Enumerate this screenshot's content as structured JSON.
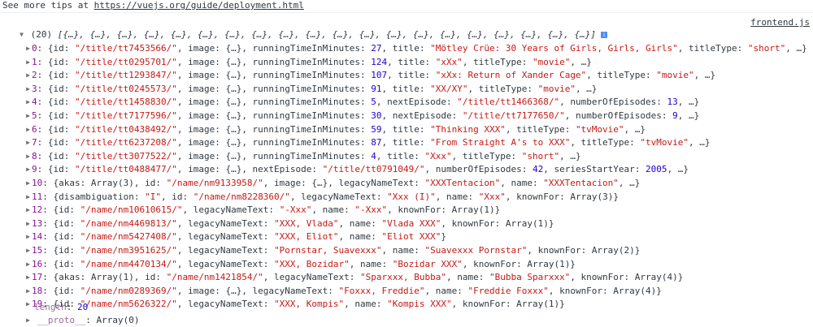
{
  "tip": {
    "prefix": "See more tips at ",
    "link": "https://vuejs.org/guide/deployment.html"
  },
  "source_link": "frontend.js",
  "array_header": {
    "count": "(20)",
    "preview": "[{…}, {…}, {…}, {…}, {…}, {…}, {…}, {…}, {…}, {…}, {…}, {…}, {…}, {…}, {…}, {…}, {…}, {…}, {…}, {…}]",
    "info_glyph": "i"
  },
  "items": [
    {
      "key": "0",
      "tokens": [
        [
          "p",
          "{id: "
        ],
        [
          "s",
          "\"/title/tt7453566/\""
        ],
        [
          "p",
          ", image: {…}, runningTimeInMinutes: "
        ],
        [
          "n",
          "27"
        ],
        [
          "p",
          ", title: "
        ],
        [
          "s",
          "\"Mötley Crüe: 30 Years of Girls, Girls, Girls\""
        ],
        [
          "p",
          ", titleType: "
        ],
        [
          "s",
          "\"short\""
        ],
        [
          "p",
          ", …}"
        ]
      ]
    },
    {
      "key": "1",
      "tokens": [
        [
          "p",
          "{id: "
        ],
        [
          "s",
          "\"/title/tt0295701/\""
        ],
        [
          "p",
          ", image: {…}, runningTimeInMinutes: "
        ],
        [
          "n",
          "124"
        ],
        [
          "p",
          ", title: "
        ],
        [
          "s",
          "\"xXx\""
        ],
        [
          "p",
          ", titleType: "
        ],
        [
          "s",
          "\"movie\""
        ],
        [
          "p",
          ", …}"
        ]
      ]
    },
    {
      "key": "2",
      "tokens": [
        [
          "p",
          "{id: "
        ],
        [
          "s",
          "\"/title/tt1293847/\""
        ],
        [
          "p",
          ", image: {…}, runningTimeInMinutes: "
        ],
        [
          "n",
          "107"
        ],
        [
          "p",
          ", title: "
        ],
        [
          "s",
          "\"xXx: Return of Xander Cage\""
        ],
        [
          "p",
          ", titleType: "
        ],
        [
          "s",
          "\"movie\""
        ],
        [
          "p",
          ", …}"
        ]
      ]
    },
    {
      "key": "3",
      "tokens": [
        [
          "p",
          "{id: "
        ],
        [
          "s",
          "\"/title/tt0245573/\""
        ],
        [
          "p",
          ", image: {…}, runningTimeInMinutes: "
        ],
        [
          "n",
          "91"
        ],
        [
          "p",
          ", title: "
        ],
        [
          "s",
          "\"XX/XY\""
        ],
        [
          "p",
          ", titleType: "
        ],
        [
          "s",
          "\"movie\""
        ],
        [
          "p",
          ", …}"
        ]
      ]
    },
    {
      "key": "4",
      "tokens": [
        [
          "p",
          "{id: "
        ],
        [
          "s",
          "\"/title/tt1458830/\""
        ],
        [
          "p",
          ", image: {…}, runningTimeInMinutes: "
        ],
        [
          "n",
          "5"
        ],
        [
          "p",
          ", nextEpisode: "
        ],
        [
          "s",
          "\"/title/tt1466368/\""
        ],
        [
          "p",
          ", numberOfEpisodes: "
        ],
        [
          "n",
          "13"
        ],
        [
          "p",
          ", …}"
        ]
      ]
    },
    {
      "key": "5",
      "tokens": [
        [
          "p",
          "{id: "
        ],
        [
          "s",
          "\"/title/tt7177596/\""
        ],
        [
          "p",
          ", image: {…}, runningTimeInMinutes: "
        ],
        [
          "n",
          "30"
        ],
        [
          "p",
          ", nextEpisode: "
        ],
        [
          "s",
          "\"/title/tt7177650/\""
        ],
        [
          "p",
          ", numberOfEpisodes: "
        ],
        [
          "n",
          "9"
        ],
        [
          "p",
          ", …}"
        ]
      ]
    },
    {
      "key": "6",
      "tokens": [
        [
          "p",
          "{id: "
        ],
        [
          "s",
          "\"/title/tt0438492/\""
        ],
        [
          "p",
          ", image: {…}, runningTimeInMinutes: "
        ],
        [
          "n",
          "59"
        ],
        [
          "p",
          ", title: "
        ],
        [
          "s",
          "\"Thinking XXX\""
        ],
        [
          "p",
          ", titleType: "
        ],
        [
          "s",
          "\"tvMovie\""
        ],
        [
          "p",
          ", …}"
        ]
      ]
    },
    {
      "key": "7",
      "tokens": [
        [
          "p",
          "{id: "
        ],
        [
          "s",
          "\"/title/tt6237208/\""
        ],
        [
          "p",
          ", image: {…}, runningTimeInMinutes: "
        ],
        [
          "n",
          "87"
        ],
        [
          "p",
          ", title: "
        ],
        [
          "s",
          "\"From Straight A's to XXX\""
        ],
        [
          "p",
          ", titleType: "
        ],
        [
          "s",
          "\"tvMovie\""
        ],
        [
          "p",
          ", …}"
        ]
      ]
    },
    {
      "key": "8",
      "tokens": [
        [
          "p",
          "{id: "
        ],
        [
          "s",
          "\"/title/tt3077522/\""
        ],
        [
          "p",
          ", image: {…}, runningTimeInMinutes: "
        ],
        [
          "n",
          "4"
        ],
        [
          "p",
          ", title: "
        ],
        [
          "s",
          "\"Xxx\""
        ],
        [
          "p",
          ", titleType: "
        ],
        [
          "s",
          "\"short\""
        ],
        [
          "p",
          ", …}"
        ]
      ]
    },
    {
      "key": "9",
      "tokens": [
        [
          "p",
          "{id: "
        ],
        [
          "s",
          "\"/title/tt0488477/\""
        ],
        [
          "p",
          ", image: {…}, nextEpisode: "
        ],
        [
          "s",
          "\"/title/tt0791049/\""
        ],
        [
          "p",
          ", numberOfEpisodes: "
        ],
        [
          "n",
          "42"
        ],
        [
          "p",
          ", seriesStartYear: "
        ],
        [
          "n",
          "2005"
        ],
        [
          "p",
          ", …}"
        ]
      ]
    },
    {
      "key": "10",
      "tokens": [
        [
          "p",
          "{akas: Array(3), id: "
        ],
        [
          "s",
          "\"/name/nm9133958/\""
        ],
        [
          "p",
          ", image: {…}, legacyNameText: "
        ],
        [
          "s",
          "\"XXXTentacion\""
        ],
        [
          "p",
          ", name: "
        ],
        [
          "s",
          "\"XXXTentacion\""
        ],
        [
          "p",
          ", …}"
        ]
      ]
    },
    {
      "key": "11",
      "tokens": [
        [
          "p",
          "{disambiguation: "
        ],
        [
          "s",
          "\"I\""
        ],
        [
          "p",
          ", id: "
        ],
        [
          "s",
          "\"/name/nm8228360/\""
        ],
        [
          "p",
          ", legacyNameText: "
        ],
        [
          "s",
          "\"Xxx (I)\""
        ],
        [
          "p",
          ", name: "
        ],
        [
          "s",
          "\"Xxx\""
        ],
        [
          "p",
          ", knownFor: Array(3)}"
        ]
      ]
    },
    {
      "key": "12",
      "tokens": [
        [
          "p",
          "{id: "
        ],
        [
          "s",
          "\"/name/nm10610615/\""
        ],
        [
          "p",
          ", legacyNameText: "
        ],
        [
          "s",
          "\"-Xxx\""
        ],
        [
          "p",
          ", name: "
        ],
        [
          "s",
          "\"-Xxx\""
        ],
        [
          "p",
          ", knownFor: Array(1)}"
        ]
      ]
    },
    {
      "key": "13",
      "tokens": [
        [
          "p",
          "{id: "
        ],
        [
          "s",
          "\"/name/nm4469813/\""
        ],
        [
          "p",
          ", legacyNameText: "
        ],
        [
          "s",
          "\"XXX, Vlada\""
        ],
        [
          "p",
          ", name: "
        ],
        [
          "s",
          "\"Vlada XXX\""
        ],
        [
          "p",
          ", knownFor: Array(1)}"
        ]
      ]
    },
    {
      "key": "14",
      "tokens": [
        [
          "p",
          "{id: "
        ],
        [
          "s",
          "\"/name/nm5427408/\""
        ],
        [
          "p",
          ", legacyNameText: "
        ],
        [
          "s",
          "\"XXX, Eliot\""
        ],
        [
          "p",
          ", name: "
        ],
        [
          "s",
          "\"Eliot XXX\""
        ],
        [
          "p",
          "}"
        ]
      ]
    },
    {
      "key": "15",
      "tokens": [
        [
          "p",
          "{id: "
        ],
        [
          "s",
          "\"/name/nm3951625/\""
        ],
        [
          "p",
          ", legacyNameText: "
        ],
        [
          "s",
          "\"Pornstar, Suavexxx\""
        ],
        [
          "p",
          ", name: "
        ],
        [
          "s",
          "\"Suavexxx Pornstar\""
        ],
        [
          "p",
          ", knownFor: Array(2)}"
        ]
      ]
    },
    {
      "key": "16",
      "tokens": [
        [
          "p",
          "{id: "
        ],
        [
          "s",
          "\"/name/nm4470134/\""
        ],
        [
          "p",
          ", legacyNameText: "
        ],
        [
          "s",
          "\"XXX, Bozidar\""
        ],
        [
          "p",
          ", name: "
        ],
        [
          "s",
          "\"Bozidar XXX\""
        ],
        [
          "p",
          ", knownFor: Array(1)}"
        ]
      ]
    },
    {
      "key": "17",
      "tokens": [
        [
          "p",
          "{akas: Array(1), id: "
        ],
        [
          "s",
          "\"/name/nm1421854/\""
        ],
        [
          "p",
          ", legacyNameText: "
        ],
        [
          "s",
          "\"Sparxxx, Bubba\""
        ],
        [
          "p",
          ", name: "
        ],
        [
          "s",
          "\"Bubba Sparxxx\""
        ],
        [
          "p",
          ", knownFor: Array(4)}"
        ]
      ]
    },
    {
      "key": "18",
      "tokens": [
        [
          "p",
          "{id: "
        ],
        [
          "s",
          "\"/name/nm0289369/\""
        ],
        [
          "p",
          ", image: {…}, legacyNameText: "
        ],
        [
          "s",
          "\"Foxxx, Freddie\""
        ],
        [
          "p",
          ", name: "
        ],
        [
          "s",
          "\"Freddie Foxxx\""
        ],
        [
          "p",
          ", knownFor: Array(4)}"
        ]
      ]
    },
    {
      "key": "19",
      "tokens": [
        [
          "p",
          "{id: "
        ],
        [
          "s",
          "\"/name/nm5626322/\""
        ],
        [
          "p",
          ", legacyNameText: "
        ],
        [
          "s",
          "\"XXX, Kompis\""
        ],
        [
          "p",
          ", name: "
        ],
        [
          "s",
          "\"Kompis XXX\""
        ],
        [
          "p",
          ", knownFor: Array(1)}"
        ]
      ]
    }
  ],
  "length_row": {
    "key": "length",
    "value": "20"
  },
  "proto_row": {
    "key": "__proto__",
    "value": "Array(0)"
  },
  "glyphs": {
    "expanded": "▼",
    "collapsed": "▶",
    "colon": ": "
  }
}
